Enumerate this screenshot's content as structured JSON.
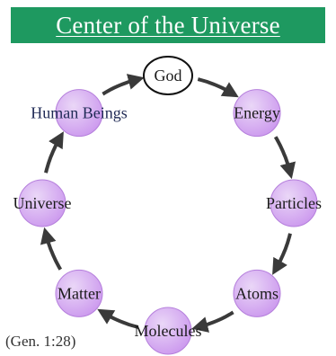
{
  "title": "Center of the Universe",
  "citation": "(Gen. 1:28)",
  "diagram": {
    "type": "cycle",
    "nodes": [
      {
        "label": "God",
        "style": "outline"
      },
      {
        "label": "Energy",
        "style": "filled"
      },
      {
        "label": "Particles",
        "style": "filled"
      },
      {
        "label": "Atoms",
        "style": "filled"
      },
      {
        "label": "Molecules",
        "style": "filled"
      },
      {
        "label": "Matter",
        "style": "filled"
      },
      {
        "label": "Universe",
        "style": "filled"
      },
      {
        "label": "Human Beings",
        "style": "filled"
      }
    ],
    "flow_direction": "clockwise"
  },
  "colors": {
    "banner": "#1e9960",
    "node_fill": "#cc99ee",
    "node_fill_light": "#ead7f7",
    "arrow": "#3a3a3a",
    "outline_node_border": "#111111"
  }
}
